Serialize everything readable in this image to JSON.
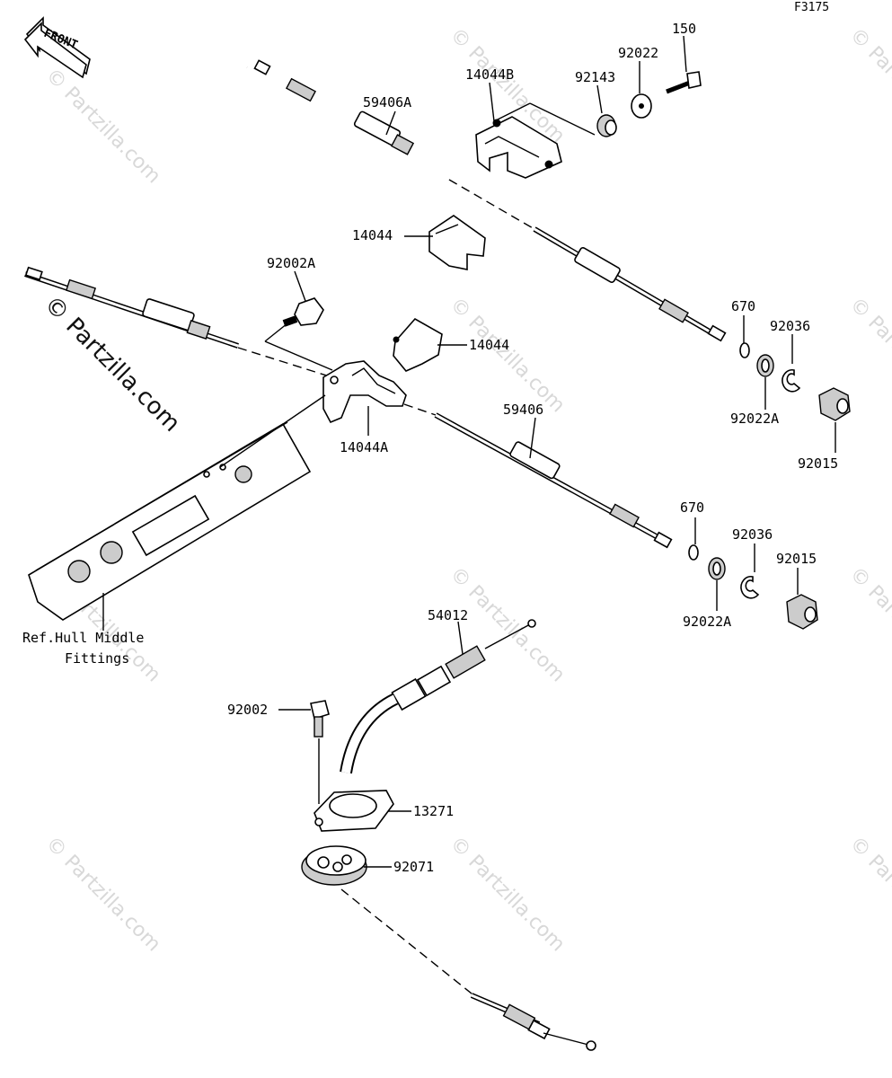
{
  "diagram_code": "F3175",
  "front_arrow_label": "FRONT",
  "reference_label": [
    "Ref.Hull Middle",
    "Fittings"
  ],
  "watermark": "© Partzilla.com",
  "parts": {
    "p150": "150",
    "p92022": "92022",
    "p92143": "92143",
    "p14044B": "14044B",
    "p59406A": "59406A",
    "p14044_top": "14044",
    "p92002A": "92002A",
    "p14044_mid": "14044",
    "p14044A": "14044A",
    "p59406": "59406",
    "p670_top": "670",
    "p92036_top": "92036",
    "p92022A_top": "92022A",
    "p92015_top": "92015",
    "p670_bot": "670",
    "p92036_bot": "92036",
    "p92015_bot": "92015",
    "p92022A_bot": "92022A",
    "p54012": "54012",
    "p92002": "92002",
    "p13271": "13271",
    "p92071": "92071"
  }
}
